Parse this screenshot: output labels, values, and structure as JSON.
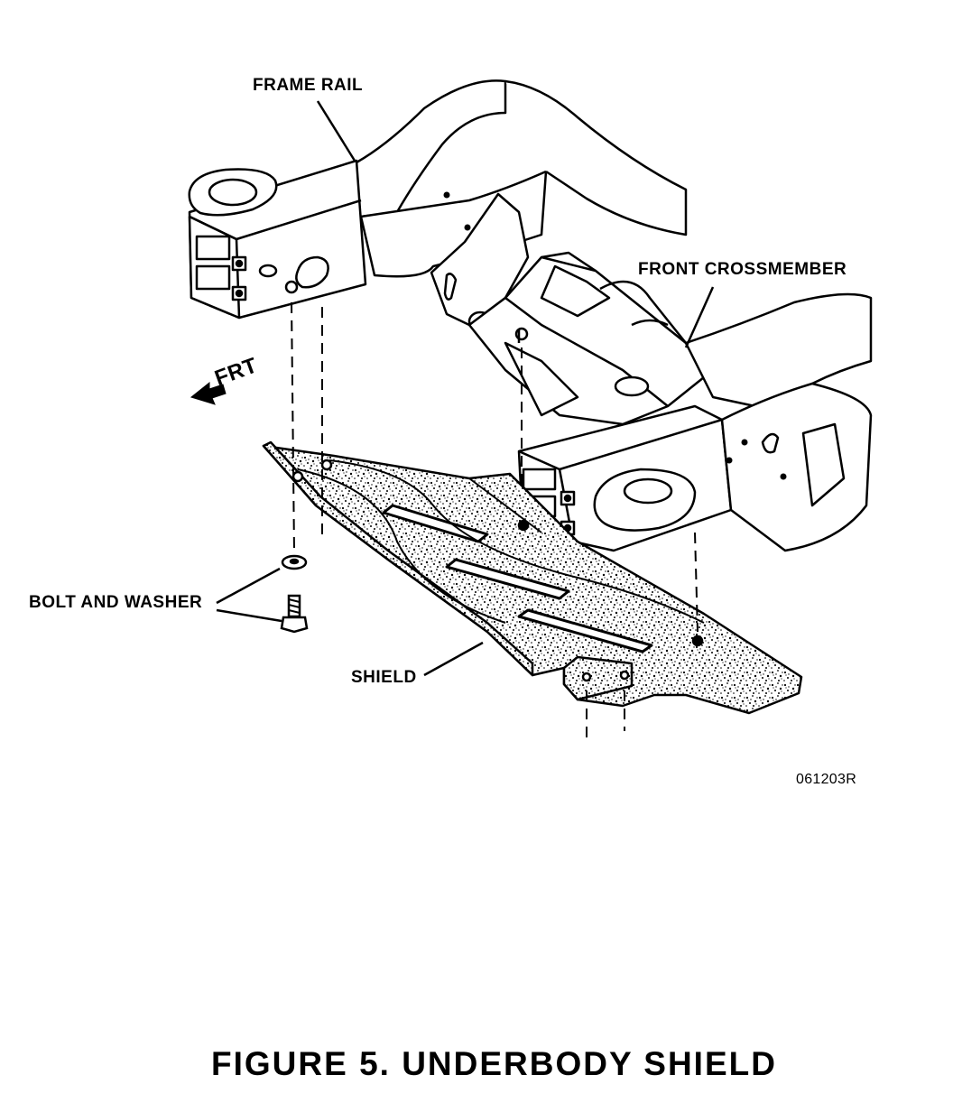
{
  "labels": {
    "frame_rail": "FRAME RAIL",
    "front_crossmember": "FRONT CROSSMEMBER",
    "frt": "FRT",
    "bolt_and_washer": "BOLT AND WASHER",
    "shield": "SHIELD",
    "drawing_code": "061203R"
  },
  "caption": {
    "title": "FIGURE 5. UNDERBODY SHIELD"
  },
  "colors": {
    "ink": "#000000",
    "paper": "#ffffff"
  },
  "icons": [
    "arrow-left-icon"
  ]
}
